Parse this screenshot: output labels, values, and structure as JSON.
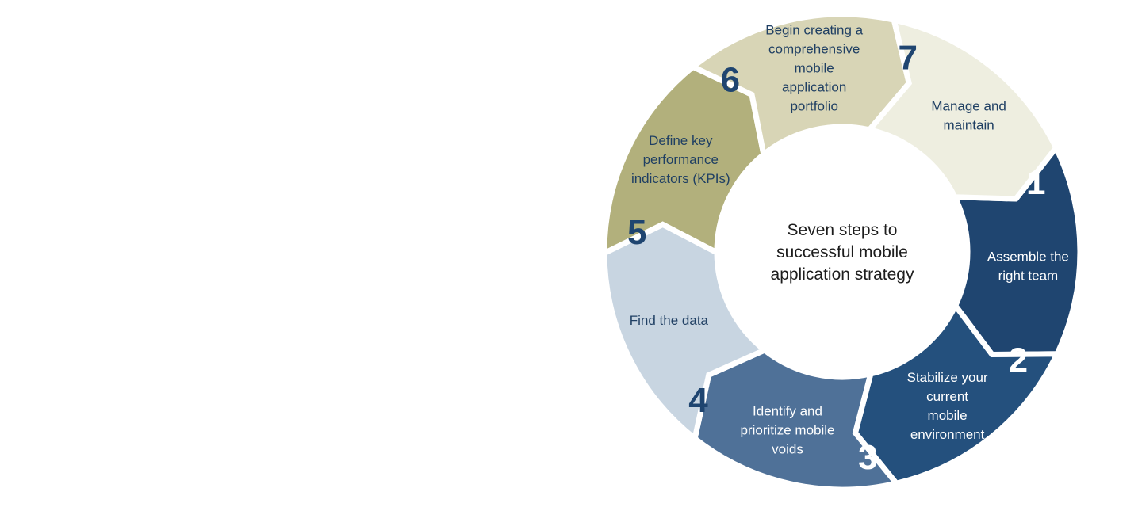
{
  "diagram": {
    "center_title_lines": [
      "Seven steps to",
      "successful mobile",
      "application strategy"
    ],
    "steps": [
      {
        "number": "1",
        "label_lines": [
          "Assemble the",
          "right team"
        ],
        "fill": "#1f4570",
        "text_color": "#ffffff",
        "number_color": "#ffffff"
      },
      {
        "number": "2",
        "label_lines": [
          "Stabilize your",
          "current",
          "mobile",
          "environment"
        ],
        "fill": "#24507d",
        "text_color": "#ffffff",
        "number_color": "#ffffff"
      },
      {
        "number": "3",
        "label_lines": [
          "Identify and",
          "prioritize mobile",
          "voids"
        ],
        "fill": "#4f7198",
        "text_color": "#ffffff",
        "number_color": "#ffffff"
      },
      {
        "number": "4",
        "label_lines": [
          "Find the data"
        ],
        "fill": "#c8d5e1",
        "text_color": "#1f3f63",
        "number_color": "#1f4570"
      },
      {
        "number": "5",
        "label_lines": [
          "Define key",
          "performance",
          "indicators (KPIs)"
        ],
        "fill": "#b2b07c",
        "text_color": "#1f3f63",
        "number_color": "#1f4570"
      },
      {
        "number": "6",
        "label_lines": [
          "Begin creating a",
          "comprehensive",
          "mobile",
          "application",
          "portfolio"
        ],
        "fill": "#d8d5b6",
        "text_color": "#1f3f63",
        "number_color": "#1f4570"
      },
      {
        "number": "7",
        "label_lines": [
          "Manage and",
          "maintain"
        ],
        "fill": "#eeeee0",
        "text_color": "#1f3f63",
        "number_color": "#1f4570"
      }
    ]
  }
}
